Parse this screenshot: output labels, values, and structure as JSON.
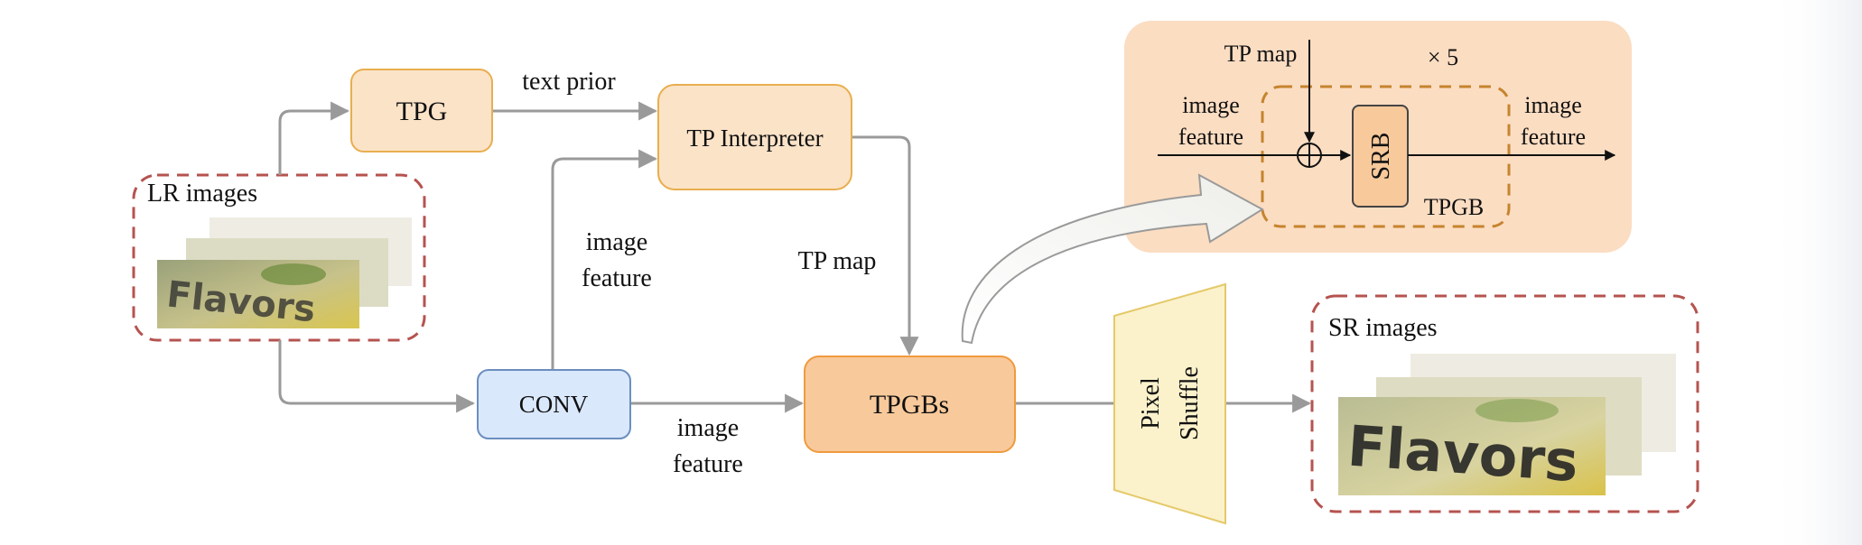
{
  "diagram": {
    "lr_images_label": "LR images",
    "sr_images_label": "SR images",
    "tpg_label": "TPG",
    "text_prior_label": "text prior",
    "tp_interpreter_label": "TP Interpreter",
    "image_feature_vertical_line1": "image",
    "image_feature_vertical_line2": "feature",
    "tp_map_label": "TP map",
    "conv_label": "CONV",
    "image_feature_bottom_line1": "image",
    "image_feature_bottom_line2": "feature",
    "tpgbs_label": "TPGBs",
    "pixel_shuffle_line1": "Pixel",
    "pixel_shuffle_line2": "Shuffle",
    "lr_word_text": "Flavors",
    "sr_word_text": "Flavors",
    "inset": {
      "tp_map_label": "TP map",
      "repeat_label": "× 5",
      "input_feature_line1": "image",
      "input_feature_line2": "feature",
      "output_feature_line1": "image",
      "output_feature_line2": "feature",
      "srb_label": "SRB",
      "tpgb_label": "TPGB",
      "sum_symbol": "⊕"
    }
  },
  "colors": {
    "tpg_fill": "#FBE3C8",
    "tpg_stroke": "#E8AE4E",
    "conv_fill": "#DAE8FC",
    "conv_stroke": "#6C8EBF",
    "tpgbs_fill": "#F8C99B",
    "tpgbs_stroke": "#F09A3E",
    "pixel_shuffle_fill": "#FBF2CB",
    "pixel_shuffle_stroke": "#E5C96A",
    "inset_fill": "#FBDDC2",
    "dashed_red": "#B5534F",
    "dashed_orange": "#C6842E",
    "arrow_gray": "#9A9A9A"
  }
}
